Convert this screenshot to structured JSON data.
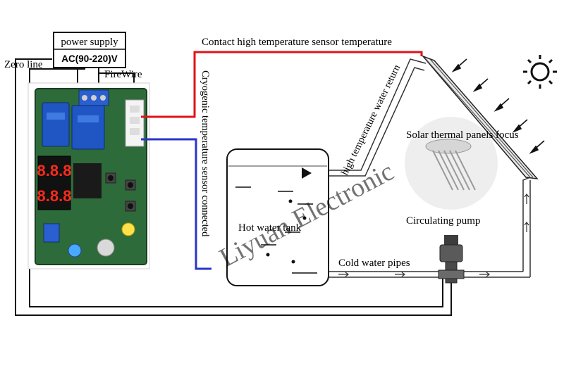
{
  "labels": {
    "power_supply": "power supply",
    "ac_range": "AC(90-220)V",
    "zero_line": "Zero line",
    "firewire": "FireWire",
    "high_sensor": "Contact high temperature sensor temperature",
    "cryogenic_sensor": "Cryogenic temperature sensor connected",
    "high_return": "high temperature water return",
    "solar_panels": "Solar thermal panels focus",
    "hot_water_tank": "Hot water tank",
    "circulating_pump": "Circulating pump",
    "cold_water_pipes": "Cold water pipes"
  },
  "display": {
    "digit_1": "8.8.8",
    "digit_2": "8.8.8"
  },
  "watermark": "Liyuan Electronic",
  "colors": {
    "hot_wire": "#e0121a",
    "cold_wire": "#2a35c8",
    "board": "#2e6b3a",
    "relay": "#1f56c4",
    "led_digits": "#ff2a1a",
    "watermark": "#e03030"
  }
}
